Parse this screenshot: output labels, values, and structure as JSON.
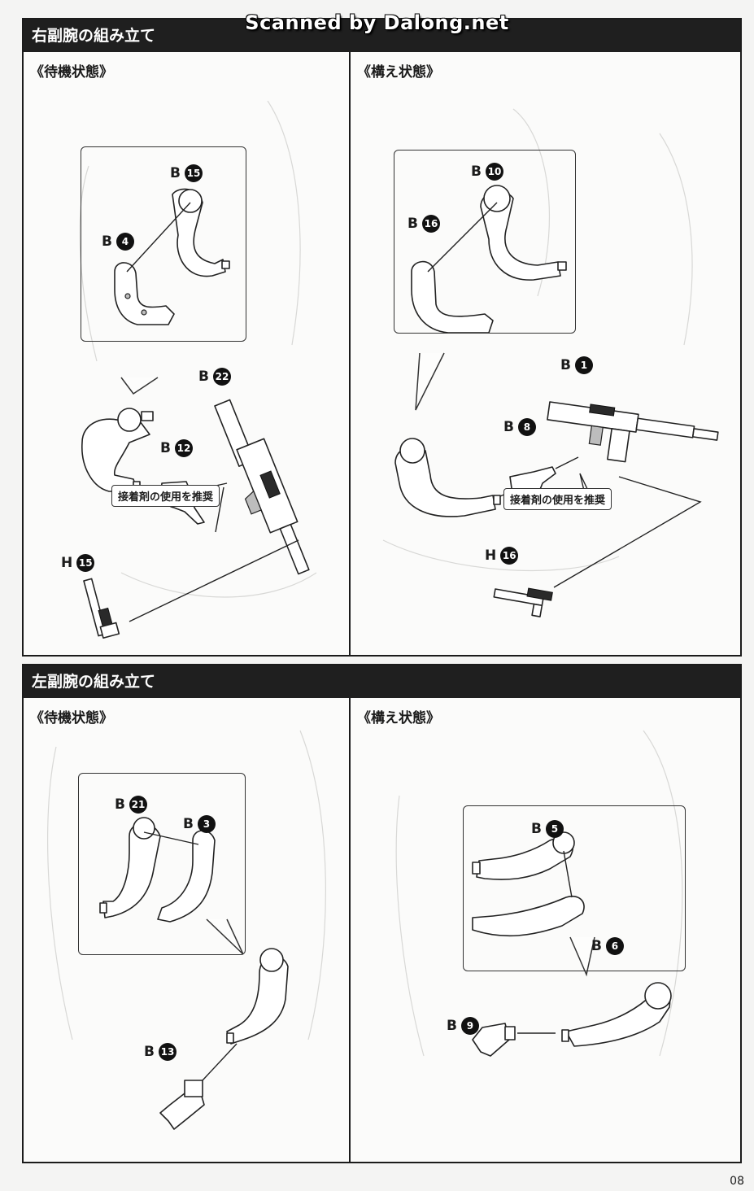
{
  "watermark": "Scanned by Dalong.net",
  "sections": [
    {
      "title": "右副腕の組み立て",
      "panels": [
        {
          "title": "《待機状態》",
          "parts": [
            {
              "letter": "B",
              "number": "15"
            },
            {
              "letter": "B",
              "number": "4"
            },
            {
              "letter": "B",
              "number": "22"
            },
            {
              "letter": "B",
              "number": "12"
            },
            {
              "letter": "H",
              "number": "15"
            }
          ],
          "note": "接着剤の使用を推奨"
        },
        {
          "title": "《構え状態》",
          "parts": [
            {
              "letter": "B",
              "number": "10"
            },
            {
              "letter": "B",
              "number": "16"
            },
            {
              "letter": "B",
              "number": "1"
            },
            {
              "letter": "B",
              "number": "8"
            },
            {
              "letter": "H",
              "number": "16"
            }
          ],
          "note": "接着剤の使用を推奨"
        }
      ]
    },
    {
      "title": "左副腕の組み立て",
      "panels": [
        {
          "title": "《待機状態》",
          "parts": [
            {
              "letter": "B",
              "number": "21"
            },
            {
              "letter": "B",
              "number": "3"
            },
            {
              "letter": "B",
              "number": "13"
            }
          ]
        },
        {
          "title": "《構え状態》",
          "parts": [
            {
              "letter": "B",
              "number": "5"
            },
            {
              "letter": "B",
              "number": "6"
            },
            {
              "letter": "B",
              "number": "9"
            }
          ]
        }
      ]
    }
  ],
  "page_number": "08"
}
